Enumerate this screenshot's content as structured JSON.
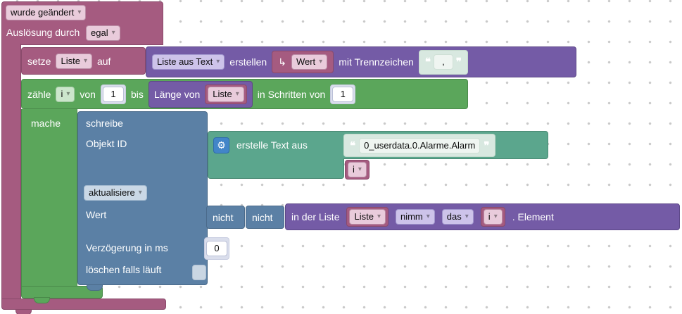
{
  "icons": {
    "gear": "⚙"
  },
  "trigger": {
    "event": "wurde geändert",
    "cause_label": "Auslösung durch",
    "cause": "egal"
  },
  "set_block": {
    "set": "setze",
    "var": "Liste",
    "to": "auf"
  },
  "list_from_text": {
    "mode": "Liste aus Text",
    "create": "erstellen",
    "delim_label": "mit Trennzeichen"
  },
  "value_block": {
    "arrow": "↳",
    "name": "Wert"
  },
  "delimiter": {
    "open": "❝",
    "text": ",",
    "close": "❞"
  },
  "loop": {
    "count": "zähle",
    "var": "i",
    "from": "von",
    "from_value": "1",
    "to": "bis",
    "step": "in Schritten von",
    "step_value": "1",
    "do": "mache"
  },
  "length_of": {
    "label": "Länge von",
    "var": "Liste"
  },
  "write": {
    "title": "schreibe",
    "object_id": "Objekt ID",
    "update": "aktualisiere",
    "value_label": "Wert",
    "delay_label": "Verzögerung in ms",
    "delay_value": "0",
    "clear_label": "löschen falls läuft"
  },
  "text_join": {
    "label": "erstelle Text aus",
    "open": "❝",
    "string": "0_userdata.0.Alarme.Alarm",
    "close": "❞",
    "var": "i"
  },
  "negate": {
    "first": "nicht",
    "second": "nicht"
  },
  "list_get": {
    "in_list": "in der Liste",
    "var": "Liste",
    "op": "nimm",
    "ord": "das",
    "index_var": "i",
    "element": ".  Element"
  }
}
